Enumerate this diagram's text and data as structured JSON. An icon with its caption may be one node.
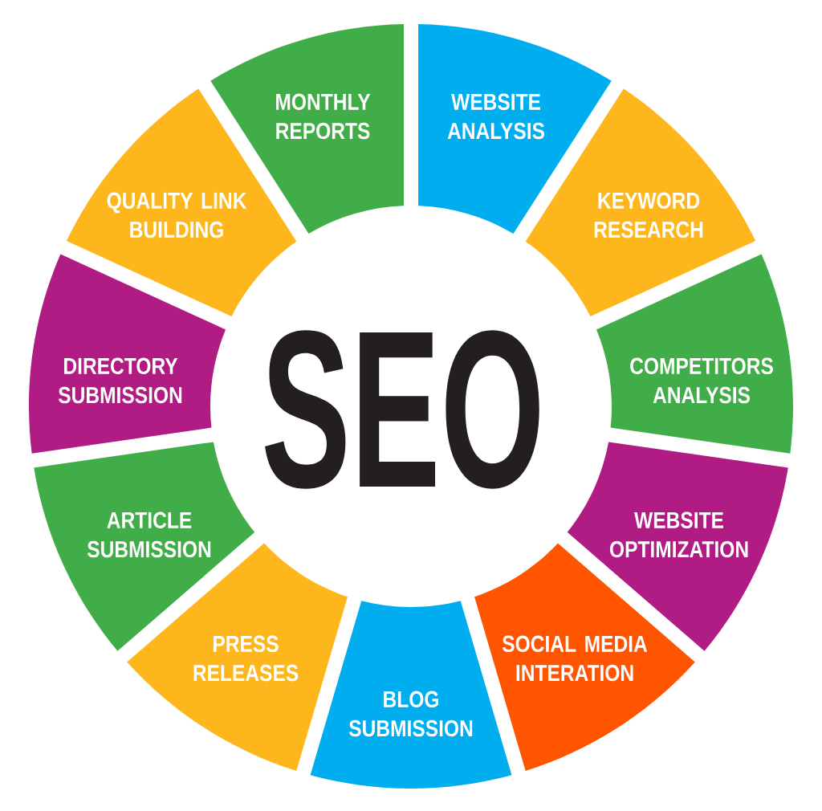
{
  "diagram": {
    "nodes": [
      {
        "text": [
          "WEBSITE ANALYSIS"
        ]
      },
      {
        "text": [
          "KEYWORD RESEARCH"
        ]
      },
      {
        "text": [
          "COMPETITORS ANALYSIS"
        ]
      },
      {
        "text": [
          "WEBSITE OPTIMIZATION"
        ]
      },
      {
        "text": [
          "SOCIAL MEDIA INTERATION"
        ]
      },
      {
        "text": [
          "BLOG SUBMISSION"
        ]
      },
      {
        "text": [
          "PRESS RELEASES"
        ]
      },
      {
        "text": [
          "ARTICLE SUBMISSION"
        ]
      },
      {
        "text": [
          "DIRECTORY SUBMISSION"
        ]
      },
      {
        "text": [
          "QUALITY LINK BUILDING"
        ]
      },
      {
        "text": [
          "MONTHLY REPORTS"
        ]
      }
    ],
    "labels": [
      "SEO"
    ]
  }
}
